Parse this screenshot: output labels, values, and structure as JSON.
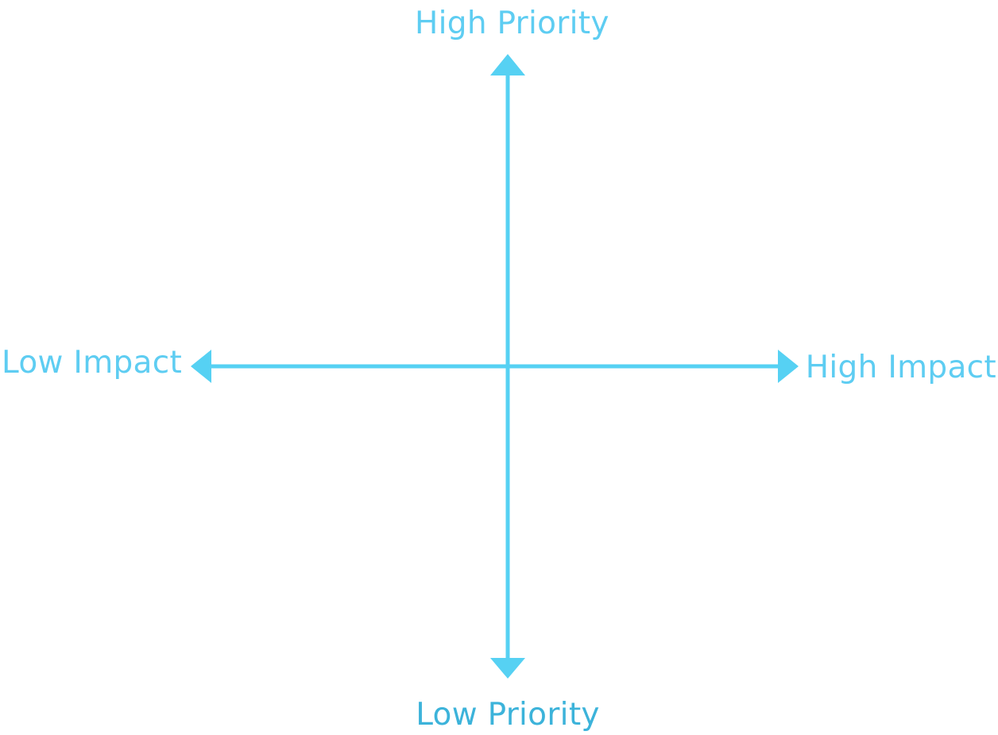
{
  "diagram": {
    "axis_color": "#56d1f3",
    "label_color": "#5ecdf2",
    "label_color_bottom": "#3cb3da",
    "vertical_axis": {
      "top_label": "High Priority",
      "bottom_label": "Low Priority"
    },
    "horizontal_axis": {
      "left_label": "Low Impact",
      "right_label": "High Impact"
    }
  }
}
